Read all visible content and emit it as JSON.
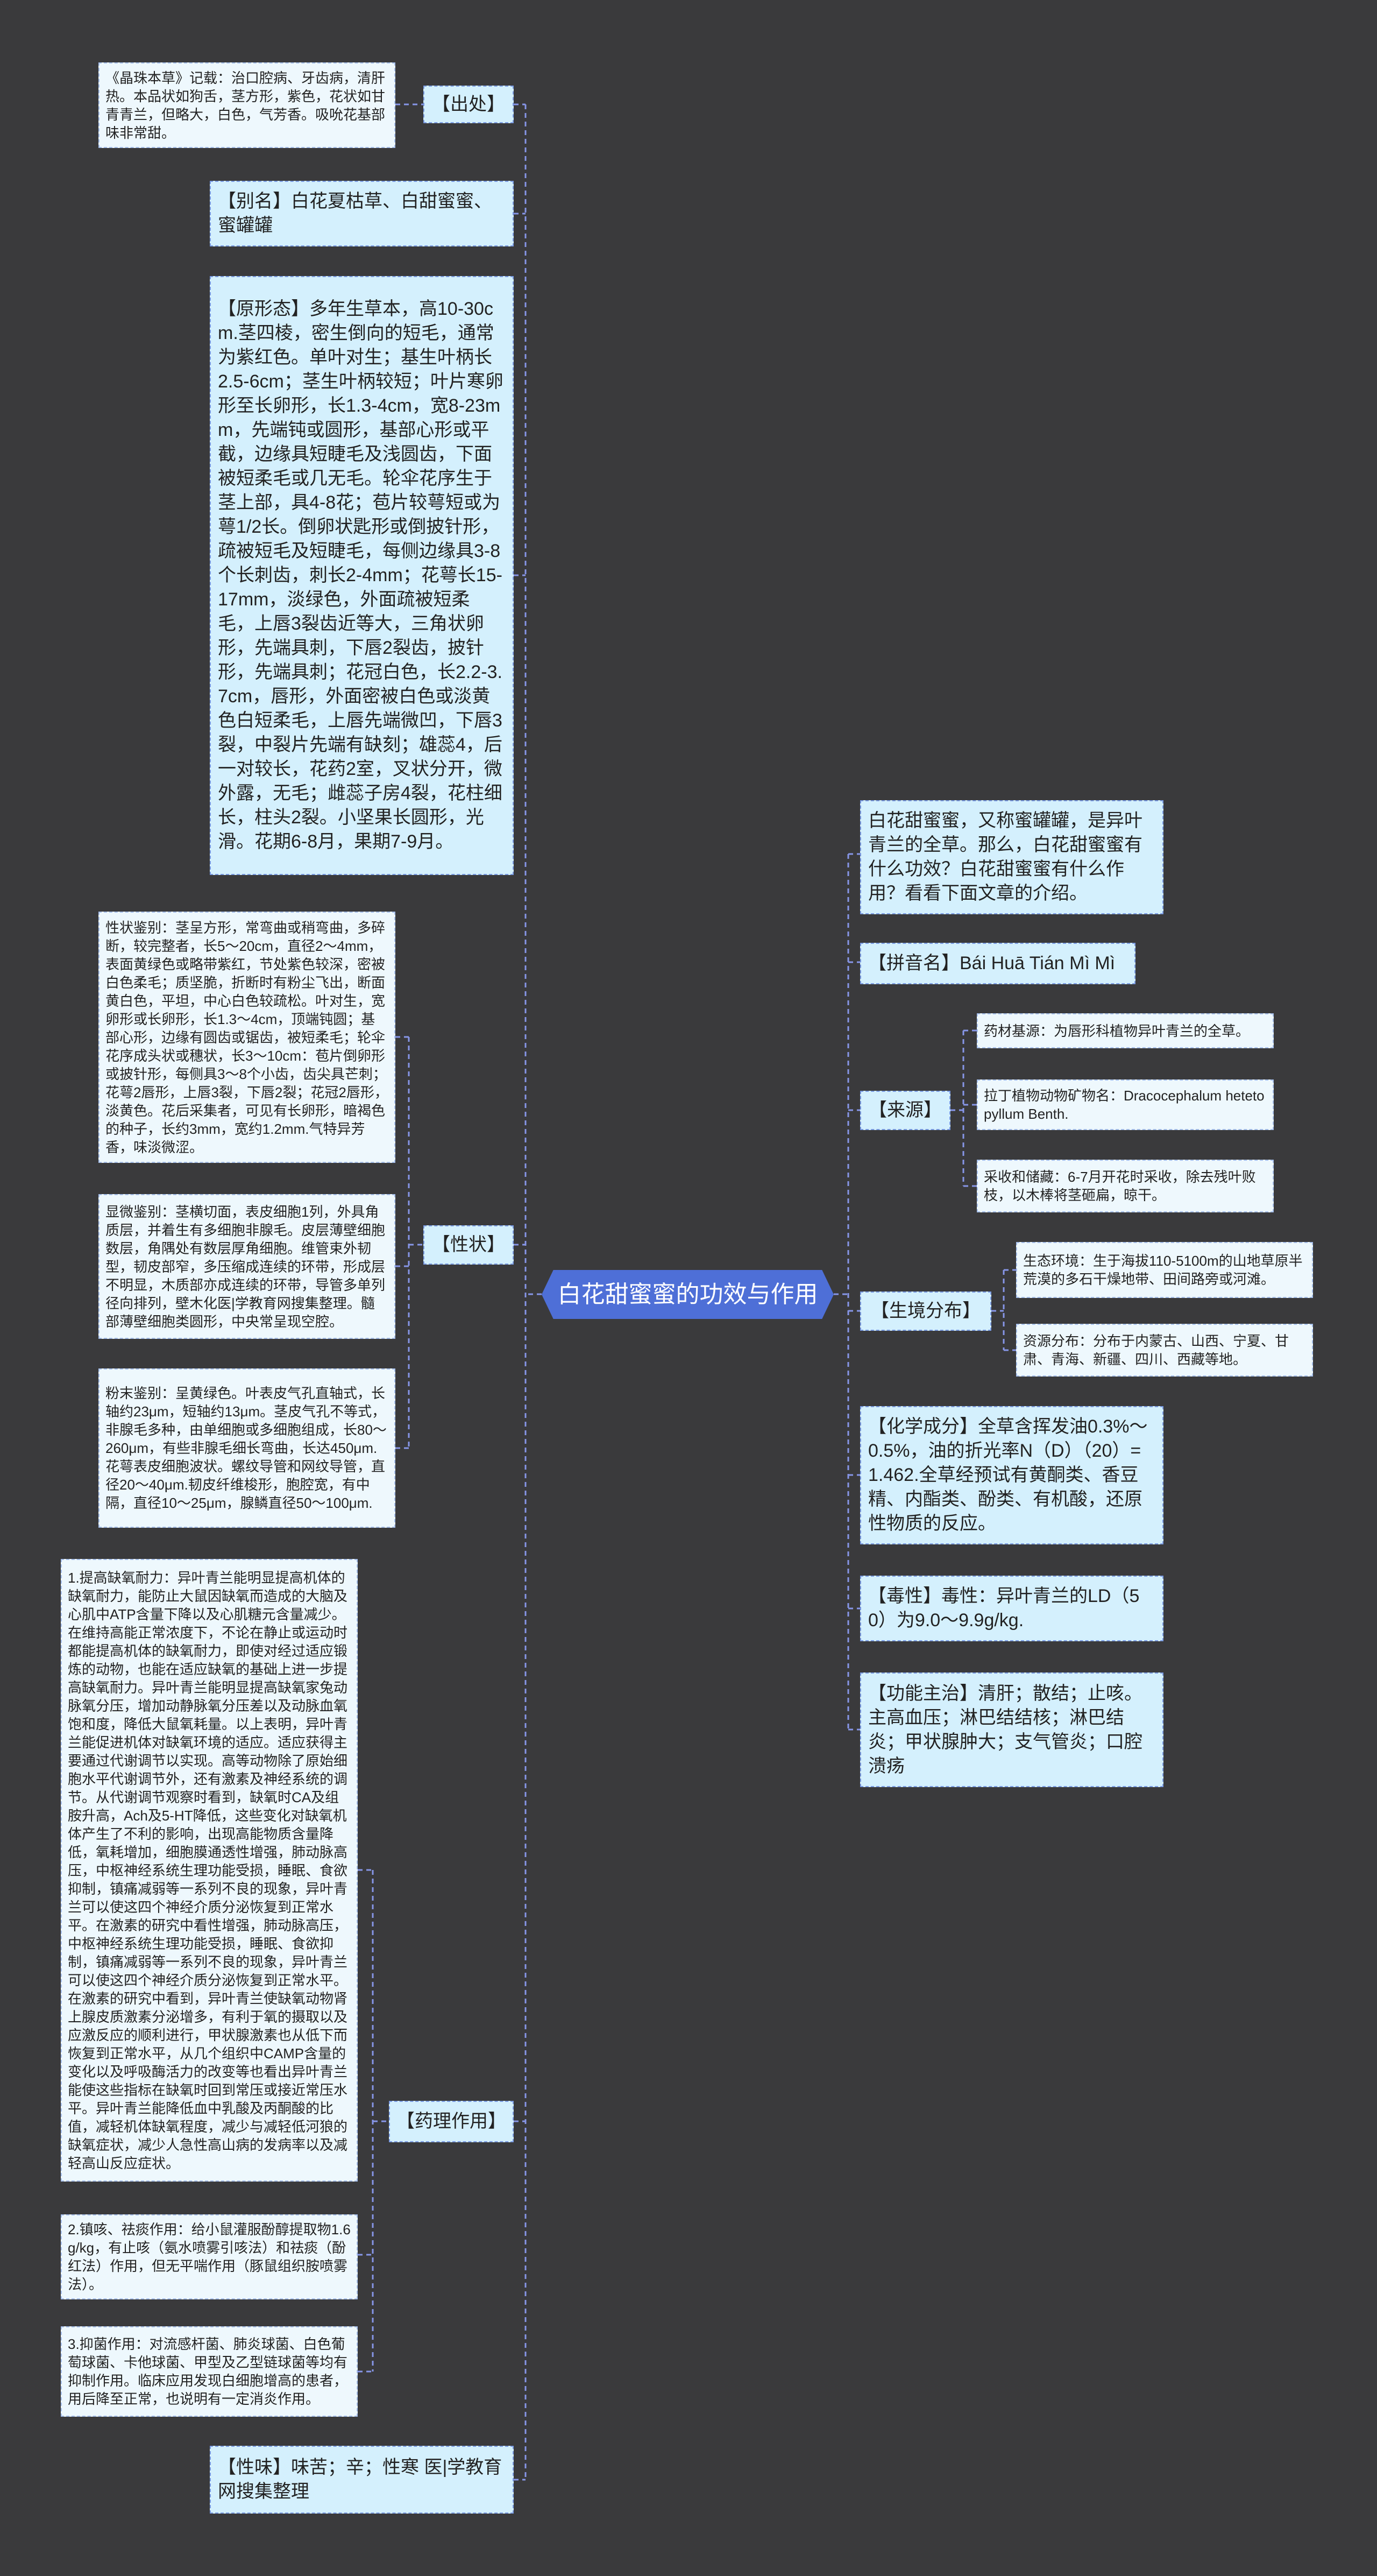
{
  "theme": {
    "background": "#3a3a3c",
    "center_fill": "#4e6fd7",
    "node_fill": "#d4f0fd",
    "leaf_fill": "#eef8fd",
    "node_border": "#7a9be3",
    "leaf_border": "#a7c0ec",
    "connector": "#8796e8"
  },
  "center": {
    "title": "白花甜蜜蜜的功效与作用"
  },
  "left": {
    "source": {
      "label": "【出处】",
      "detail": "《晶珠本草》记载：治口腔病、牙齿病，清肝热。本品状如狗舌，茎方形，紫色，花状如甘青青兰，但略大，白色，气芳香。吸吮花基部味非常甜。"
    },
    "alias": "【别名】白花夏枯草、白甜蜜蜜、蜜罐罐",
    "morphology": "【原形态】多年生草本，高10-30cm.茎四棱，密生倒向的短毛，通常为紫红色。单叶对生；基生叶柄长2.5-6cm；茎生叶柄较短；叶片寒卵形至长卵形，长1.3-4cm，宽8-23mm，先端钝或圆形，基部心形或平截，边缘具短睫毛及浅圆齿，下面被短柔毛或几无毛。轮伞花序生于茎上部，具4-8花；苞片较萼短或为萼1/2长。倒卵状匙形或倒披针形，疏被短毛及短睫毛，每侧边缘具3-8个长刺齿，刺长2-4mm；花萼长15-17mm，淡绿色，外面疏被短柔毛，上唇3裂齿近等大，三角状卵形，先端具刺，下唇2裂齿，披针形，先端具刺；花冠白色，长2.2-3.7cm，唇形，外面密被白色或淡黄色白短柔毛，上唇先端微凹，下唇3裂，中裂片先端有缺刻；雄蕊4，后一对较长，花药2室，叉状分开，微外露，无毛；雌蕊子房4裂，花柱细长，柱头2裂。小坚果长圆形，光滑。花期6-8月，果期7-9月。",
    "characteristics": {
      "label": "【性状】",
      "items": [
        "性状鉴别：茎呈方形，常弯曲或稍弯曲，多碎断，较完整者，长5～20cm，直径2～4mm，表面黄绿色或略带紫红，节处紫色较深，密被白色柔毛；质坚脆，折断时有粉尘飞出，断面黄白色，平坦，中心白色较疏松。叶对生，宽卵形或长卵形，长1.3～4cm，顶端钝圆；基部心形，边缘有圆齿或锯齿，被短柔毛；轮伞花序成头状或穗状，长3～10cm：苞片倒卵形或披针形，每侧具3～8个小齿，齿尖具芒刺；花萼2唇形，上唇3裂，下唇2裂；花冠2唇形，淡黄色。花后采集者，可见有长卵形，暗褐色的种子，长约3mm，宽约1.2mm.气特异芳香，味淡微涩。",
        "显微鉴别：茎横切面，表皮细胞1列，外具角质层，并着生有多细胞非腺毛。皮层薄壁细胞数层，角隅处有数层厚角细胞。维管束外韧型，韧皮部窄，多压缩成连续的环带，形成层不明显，木质部亦成连续的环带，导管多单列径向排列，壁木化医|学教育网搜集整理。髓部薄壁细胞类圆形，中央常呈现空腔。",
        "粉末鉴别：呈黄绿色。叶表皮气孔直轴式，长轴约23μm，短轴约13μm。茎皮气孔不等式，非腺毛多种，由单细胞或多细胞组成，长80～260μm，有些非腺毛细长弯曲，长达450μm.花萼表皮细胞波状。螺纹导管和网纹导管，直径20～40μm.韧皮纤维梭形，胞腔宽，有中隔，直径10～25μm，腺鳞直径50～100μm."
      ]
    },
    "pharmacology": {
      "label": "【药理作用】",
      "items": [
        "1.提高缺氧耐力：异叶青兰能明显提高机体的缺氧耐力，能防止大鼠因缺氧而造成的大脑及心肌中ATP含量下降以及心肌糖元含量减少。在维持高能正常浓度下，不论在静止或运动时都能提高机体的缺氧耐力，即使对经过适应锻炼的动物，也能在适应缺氧的基础上进一步提高缺氧耐力。异叶青兰能明显提高缺氧家兔动脉氧分压，增加动静脉氧分压差以及动脉血氧饱和度，降低大鼠氧耗量。以上表明，异叶青兰能促进机体对缺氧环境的适应。适应获得主要通过代谢调节以实现。高等动物除了原始细胞水平代谢调节外，还有激素及神经系统的调节。从代谢调节观察时看到，缺氧时CA及组胺升高，Ach及5-HT降低，这些变化对缺氧机体产生了不利的影响，出现高能物质含量降低，氧耗增加，细胞膜通透性增强，肺动脉高压，中枢神经系统生理功能受损，睡眠、食欲抑制，镇痛减弱等一系列不良的现象，异叶青兰可以使这四个神经介质分泌恢复到正常水平。在激素的研究中看性增强，肺动脉高压，中枢神经系统生理功能受损，睡眠、食欲抑制，镇痛减弱等一系列不良的现象，异叶青兰可以使这四个神经介质分泌恢复到正常水平。在激素的研究中看到，异叶青兰使缺氧动物肾上腺皮质激素分泌增多，有利于氧的摄取以及应激反应的顺利进行，甲状腺激素也从低下而恢复到正常水平，从几个组织中CAMP含量的变化以及呼吸酶活力的改变等也看出异叶青兰能使这些指标在缺氧时回到常压或接近常压水平。异叶青兰能降低血中乳酸及丙酮酸的比值，减轻机体缺氧程度，减少与减轻低河狼的缺氧症状，减少人急性高山病的发病率以及减轻高山反应症状。",
        "2.镇咳、祛痰作用：给小鼠灌服酚醇提取物1.6g/kg，有止咳（氨水喷雾引咳法）和祛痰（酚红法）作用，但无平喘作用（豚鼠组织胺喷雾法）。",
        "3.抑菌作用：对流感杆菌、肺炎球菌、白色葡萄球菌、卡他球菌、甲型及乙型链球菌等均有抑制作用。临床应用发现白细胞增高的患者，用后降至正常，也说明有一定消炎作用。"
      ]
    },
    "taste_nature": "【性味】味苦；辛；性寒 医|学教育网搜集整理"
  },
  "right": {
    "intro": "白花甜蜜蜜，又称蜜罐罐，是异叶青兰的全草。那么，白花甜蜜蜜有什么功效？白花甜蜜蜜有什么作用？看看下面文章的介绍。",
    "pinyin": "【拼音名】Bái Huā Tián Mì Mì",
    "origin": {
      "label": "【来源】",
      "items": [
        "药材基源：为唇形科植物异叶青兰的全草。",
        "拉丁植物动物矿物名：Dracocephalum hetetopyllum Benth.",
        "采收和储藏：6-7月开花时采收，除去残叶败枝，以木棒将茎砸扁，晾干。"
      ]
    },
    "habitat": {
      "label": "【生境分布】",
      "items": [
        "生态环境：生于海拔110-5100m的山地草原半荒漠的多石干燥地带、田间路旁或河滩。",
        "资源分布：分布于内蒙古、山西、宁夏、甘肃、青海、新疆、四川、西藏等地。"
      ]
    },
    "chemistry": "【化学成分】全草含挥发油0.3%～0.5%，油的折光率N（D）（20）=1.462.全草经预试有黄酮类、香豆精、内酯类、酚类、有机酸，还原性物质的反应。",
    "toxicity": "【毒性】毒性：异叶青兰的LD（50）为9.0～9.9g/kg.",
    "function": "【功能主治】清肝；散结；止咳。主高血压；淋巴结结核；淋巴结炎；甲状腺肿大；支气管炎；口腔溃疡"
  }
}
